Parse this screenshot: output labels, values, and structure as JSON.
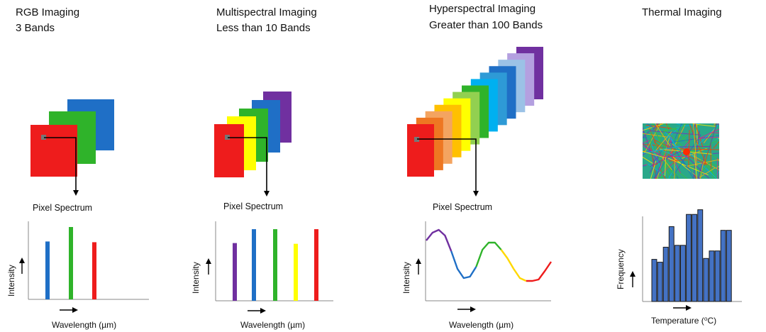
{
  "panels": {
    "rgb": {
      "title_line1": "RGB Imaging",
      "title_line2": "3 Bands",
      "pixel_label": "Pixel Spectrum",
      "x_label": "Wavelength (µm)",
      "y_label": "Intensity",
      "band_colors": [
        "#1f6fc6",
        "#2fb32a",
        "#ee1c1c"
      ]
    },
    "multispectral": {
      "title_line1": "Multispectral Imaging",
      "title_line2": "Less than 10 Bands",
      "pixel_label": "Pixel Spectrum",
      "x_label": "Wavelength (µm)",
      "y_label": "Intensity",
      "band_colors": [
        "#7030a0",
        "#1f6fc6",
        "#2fb32a",
        "#ffff00",
        "#ee1c1c"
      ]
    },
    "hyperspectral": {
      "title_line1": "Hyperspectral Imaging",
      "title_line2": "Greater than 100 Bands",
      "pixel_label": "Pixel Spectrum",
      "x_label": "Wavelength (µm)",
      "y_label": "Intensity",
      "band_colors": [
        "#7030a0",
        "#b4a0e0",
        "#9bc2e6",
        "#1f6fc6",
        "#2e9ad6",
        "#00b0f0",
        "#2fb32a",
        "#92d050",
        "#ffff00",
        "#ffc000",
        "#f4a460",
        "#ee7722",
        "#ee1c1c"
      ]
    },
    "thermal": {
      "title_line1": "Thermal Imaging",
      "x_label": "Temperature (⁰C)",
      "y_label": "Frequency",
      "bar_color": "#4472c4"
    }
  },
  "chart_data": [
    {
      "type": "bar",
      "panel": "rgb",
      "categories": [
        "blue",
        "green",
        "red"
      ],
      "values": [
        0.8,
        1.0,
        0.79
      ]
    },
    {
      "type": "bar",
      "panel": "multispectral",
      "categories": [
        "violet",
        "blue",
        "green",
        "yellow",
        "red"
      ],
      "values": [
        0.79,
        0.98,
        0.98,
        0.78,
        0.98
      ]
    },
    {
      "type": "line",
      "panel": "hyperspectral",
      "x": [
        0,
        0.05,
        0.1,
        0.15,
        0.2,
        0.25,
        0.3,
        0.35,
        0.4,
        0.45,
        0.5,
        0.55,
        0.6,
        0.65,
        0.7,
        0.75,
        0.8,
        0.85,
        0.9,
        0.95,
        1.0
      ],
      "values": [
        0.85,
        0.96,
        1.0,
        0.92,
        0.7,
        0.45,
        0.32,
        0.34,
        0.48,
        0.72,
        0.82,
        0.82,
        0.72,
        0.6,
        0.45,
        0.32,
        0.28,
        0.28,
        0.3,
        0.42,
        0.55
      ]
    },
    {
      "type": "bar",
      "panel": "thermal",
      "values": [
        0.45,
        0.42,
        0.58,
        0.8,
        0.6,
        0.6,
        0.93,
        0.93,
        0.98,
        0.46,
        0.54,
        0.54,
        0.76,
        0.76
      ]
    }
  ]
}
